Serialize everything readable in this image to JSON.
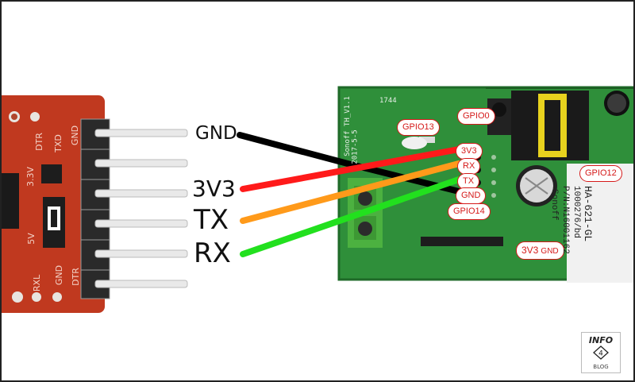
{
  "wires": [
    {
      "label": "GND",
      "color": "#000000"
    },
    {
      "label": "3V3",
      "color": "#ff1a1a"
    },
    {
      "label": "TX",
      "color": "#ff9a1a"
    },
    {
      "label": "RX",
      "color": "#22e01e"
    }
  ],
  "board_pins": {
    "gpio13": "GPIO13",
    "gpio0": "GPIO0",
    "v3v3": "3V3",
    "rx": "RX",
    "tx": "TX",
    "gnd": "GND",
    "gpio14": "GPIO14",
    "gpio12": "GPIO12",
    "bottom_3v3": "3V3",
    "bottom_gnd": "GND"
  },
  "relay_text": {
    "line1": "HA-621-GL",
    "line2": "1000276/bd",
    "line3": "P/N:N16001162",
    "line4": "Sonoff"
  },
  "silkscreen": {
    "board_name": "Sonoff TH_V1.1",
    "date": "2017-5-5",
    "code": "1744",
    "usb_dtr": "DTR",
    "usb_txd": "TXD",
    "usb_gnd": "GND",
    "usb_3v3": "3.3V",
    "usb_5v": "5V",
    "usb_rxl": "RXL",
    "usb_dtr2": "DTR"
  },
  "logo": {
    "top": "INFO",
    "number": "4",
    "bottom": "BLOG"
  }
}
